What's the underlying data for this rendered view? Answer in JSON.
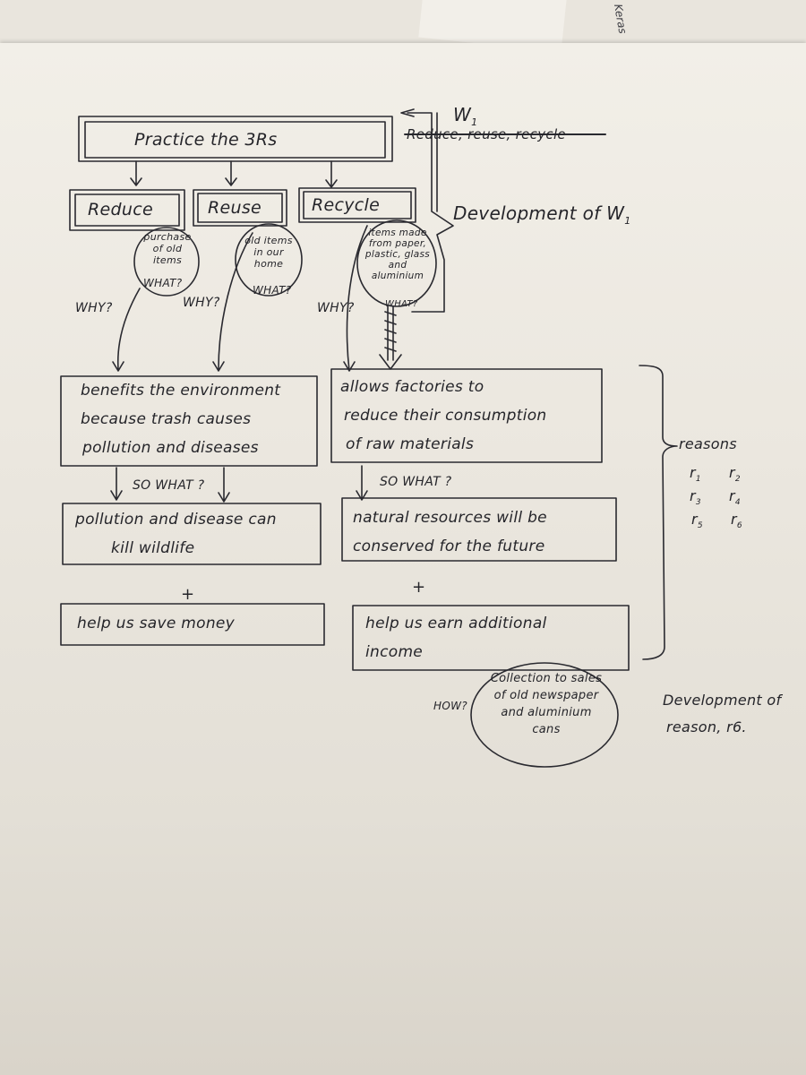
{
  "top": {
    "fragment": "Keras"
  },
  "w1": {
    "label": "W",
    "sub": "1",
    "struck": "Reduce, reuse, recycle",
    "development": "Development of W"
  },
  "root": "Practice the 3Rs",
  "branches": [
    "Reduce",
    "Reuse",
    "Recycle"
  ],
  "what_bubbles": [
    "purchase of old items",
    "old items in our home",
    "items made from paper, plastic, glass and aluminium"
  ],
  "what_label": "WHAT?",
  "why_label": "WHY?",
  "so_what_label": "SO WHAT ?",
  "plus": "+",
  "left": {
    "reason": [
      "benefits the environment",
      "because trash causes",
      "pollution and diseases"
    ],
    "so_what": [
      "pollution and disease can",
      "kill wildlife"
    ],
    "extra": "help us save money"
  },
  "right": {
    "reason": [
      "allows factories to",
      "reduce their consumption",
      "of raw materials"
    ],
    "so_what": [
      "natural resources will be",
      "conserved for the future"
    ],
    "extra": [
      "help us earn additional",
      "income"
    ]
  },
  "how": {
    "label": "HOW?",
    "bubble": [
      "Collection to sales",
      "of old newspaper",
      "and aluminium",
      "cans"
    ]
  },
  "reasons": {
    "label": "reasons",
    "items": [
      [
        "r",
        "1"
      ],
      [
        "r",
        "2"
      ],
      [
        "r",
        "3"
      ],
      [
        "r",
        "4"
      ],
      [
        "r",
        "5"
      ],
      [
        "r",
        "6"
      ]
    ]
  },
  "development_r6": [
    "Development of",
    "reason, r6."
  ]
}
